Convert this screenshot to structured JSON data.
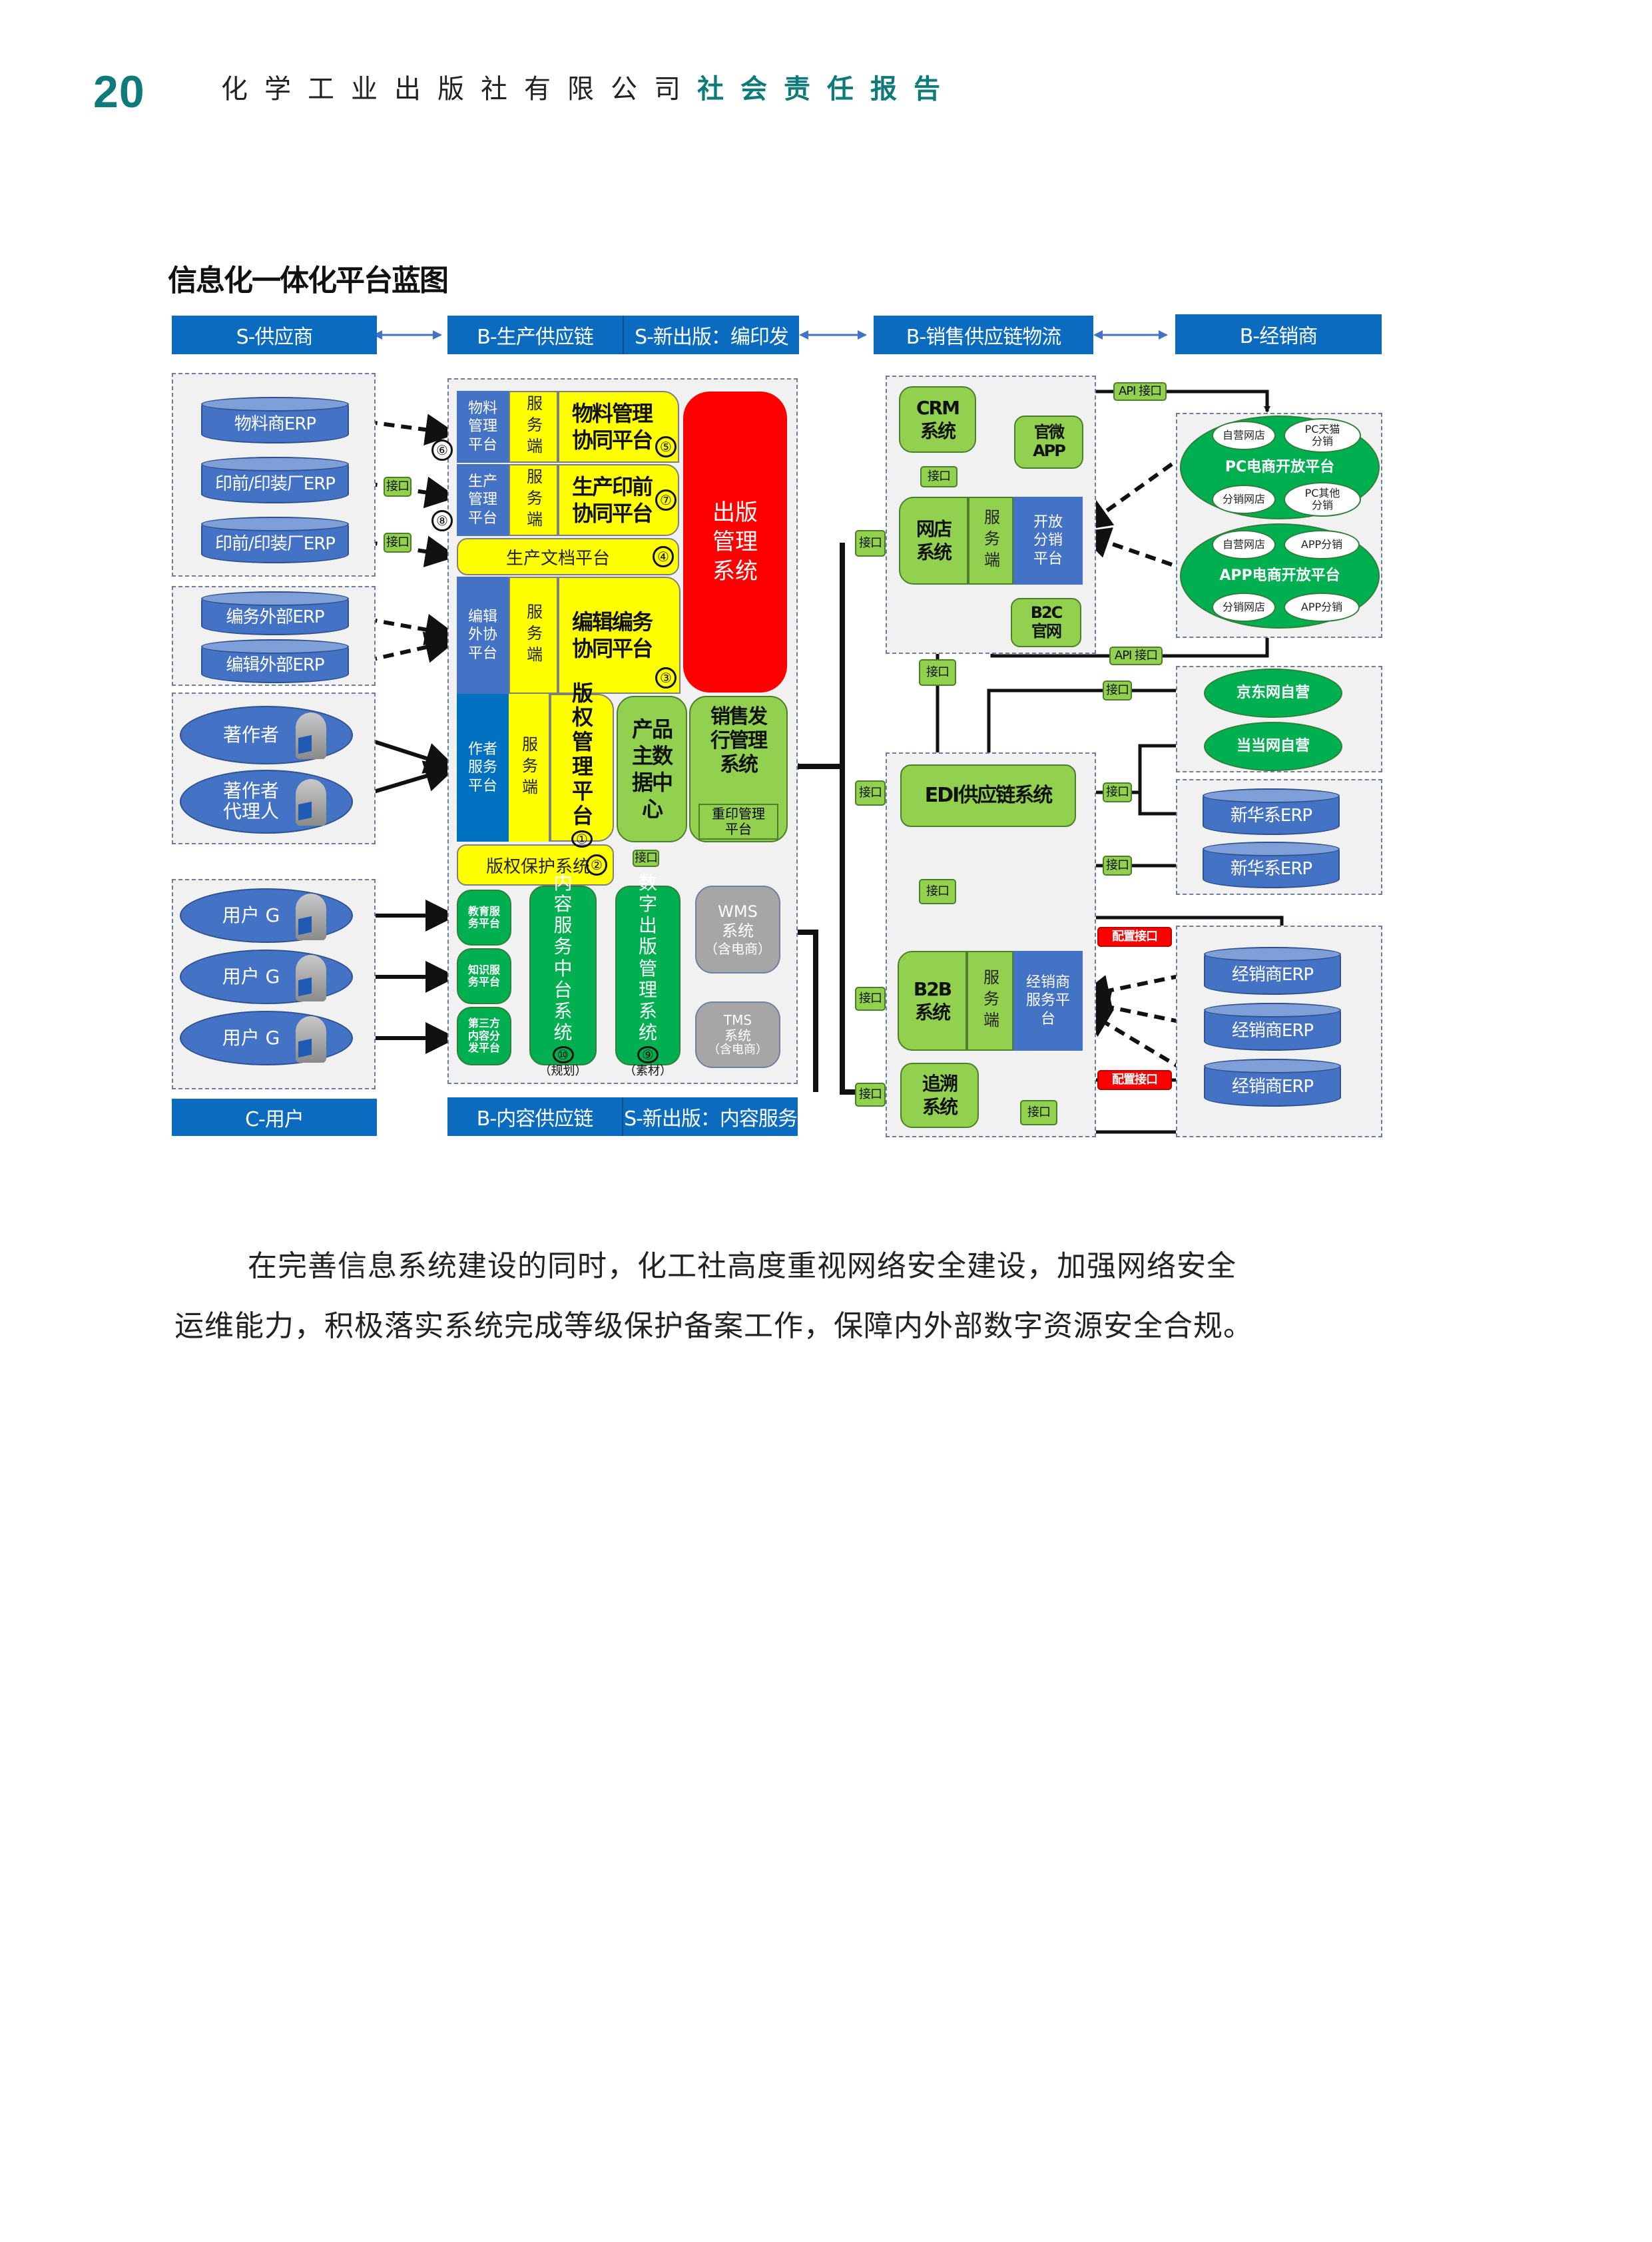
{
  "header": {
    "page_number": "20",
    "publisher": "化学工业出版社有限公司",
    "report_title": "社会责任报告"
  },
  "colors": {
    "teal": "#0e7a7a",
    "header_blue": "#0b6cbf",
    "erp_blue": "#4472c4",
    "yellow": "#ffff00",
    "red": "#ff0000",
    "light_green": "#92d050",
    "dark_green": "#00b050",
    "gray": "#a6a6a6"
  },
  "diagram": {
    "title": "信息化一体化平台蓝图",
    "column_headers": {
      "supplier": "S-供应商",
      "production_chain": "B-生产供应链",
      "new_publishing_print": "S-新出版：编印发",
      "sales_logistics": "B-销售供应链物流",
      "distributor": "B-经销商",
      "user": "C-用户",
      "content_chain": "B-内容供应链",
      "new_publishing_content": "S-新出版：内容服务"
    },
    "left": {
      "supplier_erps": [
        "物料商ERP",
        "印前/印装厂ERP",
        "印前/印装厂ERP"
      ],
      "editorial_erps": [
        "编务外部ERP",
        "编辑外部ERP"
      ],
      "authors": [
        "著作者",
        "著作者代理人"
      ],
      "users": [
        "用户 G",
        "用户 G",
        "用户 G"
      ],
      "interface_labels": [
        "接口",
        "接口"
      ]
    },
    "center": {
      "service_end": "服务端",
      "material_mgmt": {
        "side": "物料管理平台",
        "main": "物料管理协同平台",
        "num": "⑤",
        "side_num": "⑥"
      },
      "production_mgmt": {
        "side": "生产管理平台",
        "main": "生产印前协同平台",
        "num": "⑦",
        "side_num": "⑧"
      },
      "production_docs": {
        "label": "生产文档平台",
        "num": "④"
      },
      "editorial": {
        "side": "编辑外协平台",
        "main": "编辑编务协同平台",
        "num": "③"
      },
      "author_service": {
        "side": "作者服务平台",
        "main": "版权管理平台",
        "num": "①"
      },
      "publishing_mgmt": "出版管理系统",
      "product_master_data": "产品主数据中心",
      "sales_issue": "销售发行管理系统",
      "reprint": "重印管理平台",
      "copyright_protection": {
        "label": "版权保护系统",
        "num": "②"
      },
      "interface": "接口",
      "edu_service": "教育服务平台",
      "knowledge_service": "知识服务平台",
      "third_party": "第三方内容分发平台",
      "content_middle": {
        "label": "内容服务中台系统",
        "num": "⑩",
        "sub": "（规划）"
      },
      "digital_publishing": {
        "label": "数字出版管理系统",
        "num": "⑨",
        "sub": "（素材）"
      },
      "wms": {
        "name": "WMS",
        "l2": "系统",
        "l3": "（含电商）"
      },
      "tms": {
        "name": "TMS",
        "l2": "系统",
        "l3": "（含电商）"
      }
    },
    "right": {
      "crm": "CRM系统",
      "wechat_app": "官微APP",
      "b2c": "B2C官网",
      "online_store": "网店系统",
      "service_end": "服务端",
      "open_distribution": "开放分销平台",
      "edi": "EDI供应链系统",
      "b2b": "B2B系统",
      "dealer_service": "经销商服务平台",
      "trace": "追溯系统",
      "interface": "接口",
      "api_interface": "API 接口",
      "config_interface": "配置接口"
    },
    "distributor": {
      "pc_platform": "PC电商开放平台",
      "app_platform": "APP电商开放平台",
      "self_store": "自营网店",
      "dist_store": "分销网店",
      "pc_tmall": "PC天猫分销",
      "pc_other": "PC其他分销",
      "app_dist": "APP分销",
      "jd": "京东网自营",
      "dangdang": "当当网自营",
      "xinhua_erp": [
        "新华系ERP",
        "新华系ERP"
      ],
      "dealer_erp": [
        "经销商ERP",
        "经销商ERP",
        "经销商ERP"
      ]
    }
  },
  "body": {
    "line1": "在完善信息系统建设的同时，化工社高度重视网络安全建设，加强网络安全",
    "line2": "运维能力，积极落实系统完成等级保护备案工作，保障内外部数字资源安全合规。"
  }
}
